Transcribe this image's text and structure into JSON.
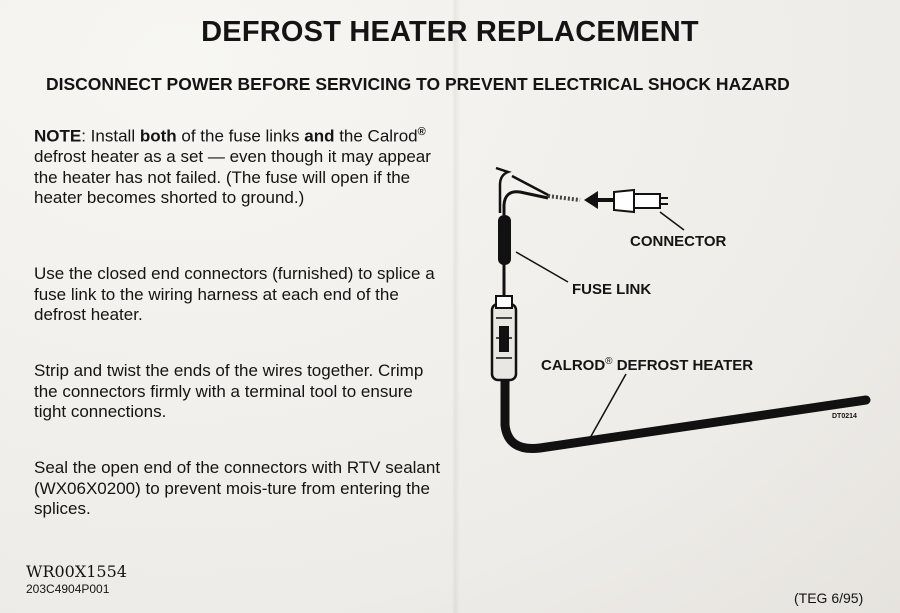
{
  "title": "DEFROST HEATER REPLACEMENT",
  "warning": "DISCONNECT POWER BEFORE SERVICING TO PREVENT ELECTRICAL SHOCK HAZARD",
  "note": {
    "label": "NOTE",
    "t1": ": Install ",
    "b1": "both",
    "t2": " of the fuse links ",
    "b2": "and",
    "t3": " the Calrod",
    "reg": "®",
    "t4": " defrost heater as a set — even though it may appear the heater has not failed.  (The fuse will open if the heater becomes shorted to ground.)"
  },
  "instructions": [
    "Use the closed end connectors (furnished) to splice a fuse link to the wiring harness at each end of the defrost heater.",
    "Strip and twist the ends of the wires together. Crimp the connectors firmly with a terminal tool to ensure tight connections.",
    "Seal the open end of the connectors with RTV sealant (WX06X0200) to prevent mois-ture from entering the splices."
  ],
  "diagram": {
    "connector_label": "CONNECTOR",
    "fuse_link_label": "FUSE LINK",
    "heater_label_pre": "CALROD",
    "heater_reg": "®",
    "heater_label_post": " DEFROST HEATER",
    "figure_code": "DT0214"
  },
  "footer": {
    "part_number": "WR00X1554",
    "doc_number": "203C4904P001",
    "teg": "(TEG 6/95)"
  }
}
